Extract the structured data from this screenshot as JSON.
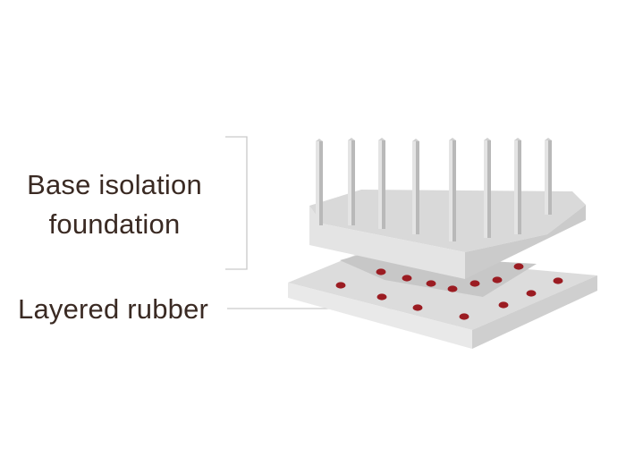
{
  "labels": {
    "base_isolation_line1": "Base isolation",
    "base_isolation_line2": "foundation",
    "layered_rubber": "Layered rubber"
  },
  "colors": {
    "text": "#3a2a23",
    "leader_line": "#c9c9c9",
    "slab_top": "#d9d9d9",
    "slab_front": "#e6e6e6",
    "slab_side": "#cfcfcf",
    "rubber_dot": "#9b1c22",
    "pillar_light": "#e4e4e4",
    "pillar_dark": "#b9b9b9"
  }
}
